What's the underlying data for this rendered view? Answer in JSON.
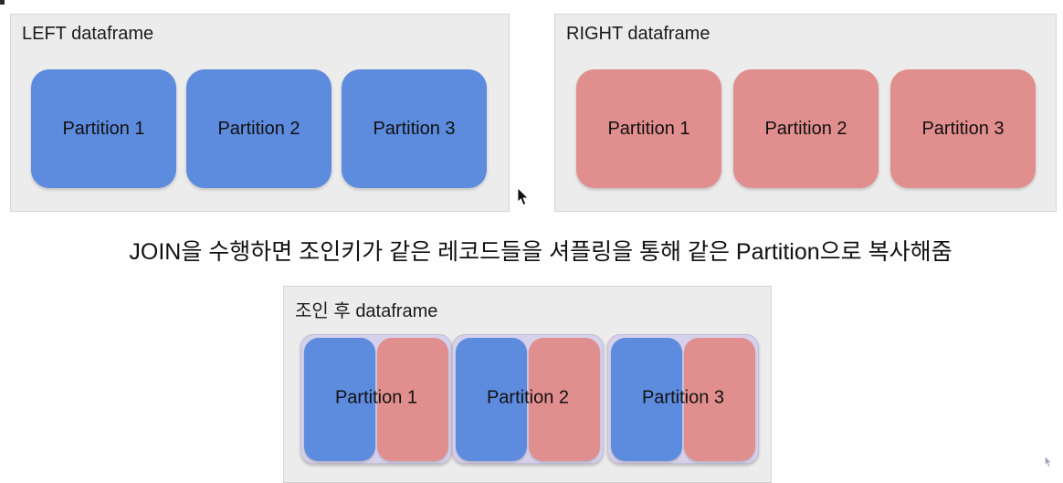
{
  "colors": {
    "panel_bg": "#ececec",
    "panel_border": "#d6d6d6",
    "left_partition_blue": "#5d8bdd",
    "right_partition_pink": "#e18e8e",
    "joined_backdrop_lavender": "#d6d1ea",
    "text": "#1b1b1b",
    "page_bg": "#fefefe"
  },
  "left_panel": {
    "title": "LEFT dataframe",
    "partitions": [
      "Partition 1",
      "Partition 2",
      "Partition 3"
    ]
  },
  "right_panel": {
    "title": "RIGHT dataframe",
    "partitions": [
      "Partition 1",
      "Partition 2",
      "Partition 3"
    ]
  },
  "caption": "JOIN을 수행하면 조인키가 같은 레코드들을 셔플링을 통해 같은 Partition으로 복사해줌",
  "joined_panel": {
    "title": "조인 후 dataframe",
    "partitions": [
      "Partition 1",
      "Partition 2",
      "Partition 3"
    ]
  },
  "icons": {
    "main_cursor": "mouse-pointer-icon",
    "mini_cursor": "small-mouse-pointer-icon"
  }
}
